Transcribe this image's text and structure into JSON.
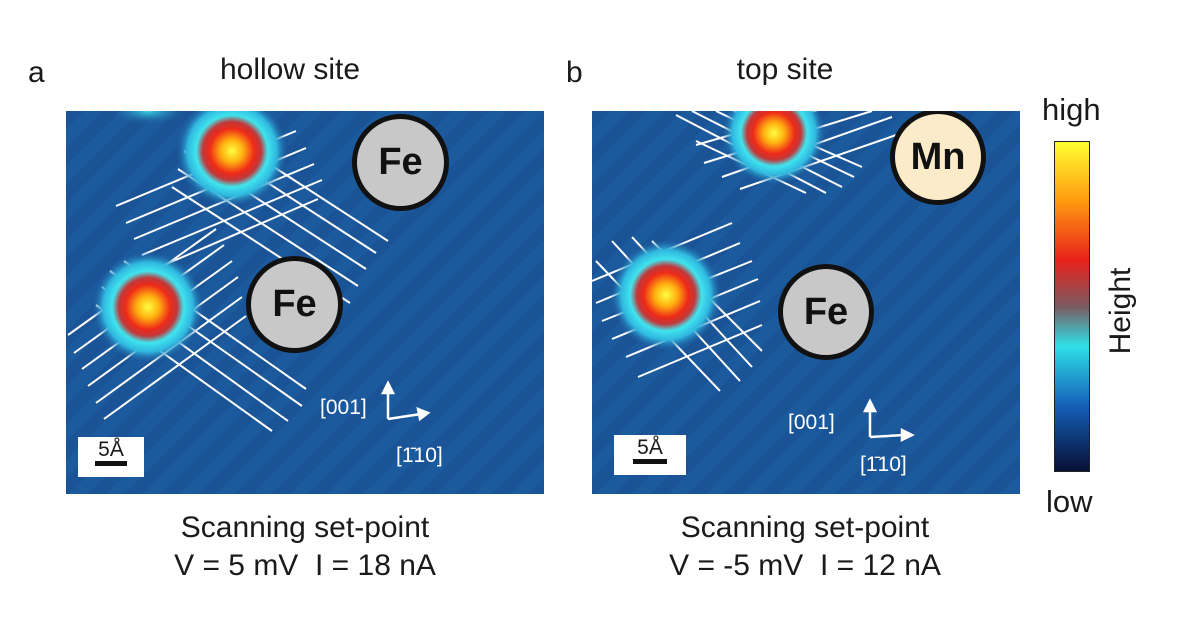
{
  "panels": [
    {
      "letter": "a",
      "title": "hollow site",
      "atoms": [
        "Fe",
        "Fe"
      ],
      "direction_up": "[001]",
      "direction_right": "[1̄10]",
      "scale_bar": "5Å",
      "caption_line1": "Scanning set-point",
      "caption_line2": "V = 5 mV  I = 18 nA"
    },
    {
      "letter": "b",
      "title": "top site",
      "atoms": [
        "Mn",
        "Fe"
      ],
      "direction_up": "[001]",
      "direction_right": "[1̄10]",
      "scale_bar": "5Å",
      "caption_line1": "Scanning set-point",
      "caption_line2": "V = -5 mV  I = 12 nA"
    }
  ],
  "colorbar": {
    "high": "high",
    "low": "low",
    "axis_label": "Height",
    "colors": [
      "#ffff30",
      "#ff9a10",
      "#e8201a",
      "#7a2a38",
      "#2fe0e8",
      "#1560b8",
      "#071035"
    ]
  },
  "colors": {
    "background_blue": "#1c5a9e",
    "stripe_blue": "#154c8c",
    "glow_cyan": "#35e0ea",
    "fe_fill": "#c8c8c8",
    "mn_fill": "#fcebc8",
    "grid_lines": "#ffffff"
  }
}
